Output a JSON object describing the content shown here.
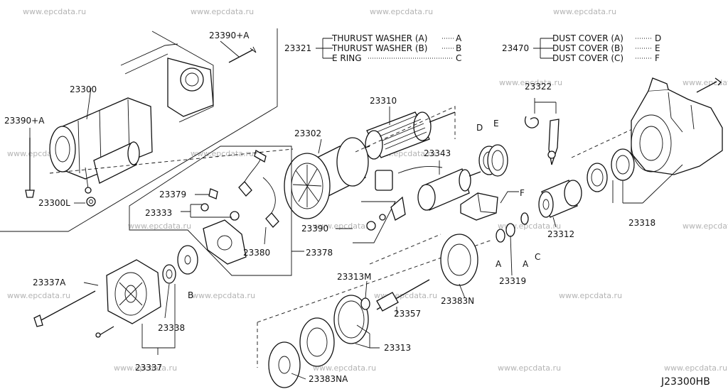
{
  "watermark": "www.epcdata.ru",
  "diagram_code": "J23300HB",
  "legends": [
    {
      "part_no": "23321",
      "entries": [
        {
          "text": "THURUST WASHER (A)",
          "letter": "A"
        },
        {
          "text": "THURUST WASHER (B)",
          "letter": "B"
        },
        {
          "text": "E RING",
          "letter": "C"
        }
      ]
    },
    {
      "part_no": "23470",
      "entries": [
        {
          "text": "DUST COVER (A)",
          "letter": "D"
        },
        {
          "text": "DUST COVER (B)",
          "letter": "E"
        },
        {
          "text": "DUST COVER (C)",
          "letter": "F"
        }
      ]
    }
  ],
  "callouts": [
    "23390+A",
    "23300",
    "23390+A",
    "23300L",
    "23302",
    "23310",
    "23343",
    "23322",
    "23379",
    "23333",
    "23380",
    "23378",
    "23390",
    "23318",
    "23312",
    "23319",
    "23337A",
    "23338",
    "23337",
    "23313M",
    "23357",
    "23383N",
    "23313",
    "23383NA"
  ],
  "letter_marks": [
    "D",
    "E",
    "F",
    "A",
    "A",
    "C",
    "B"
  ]
}
